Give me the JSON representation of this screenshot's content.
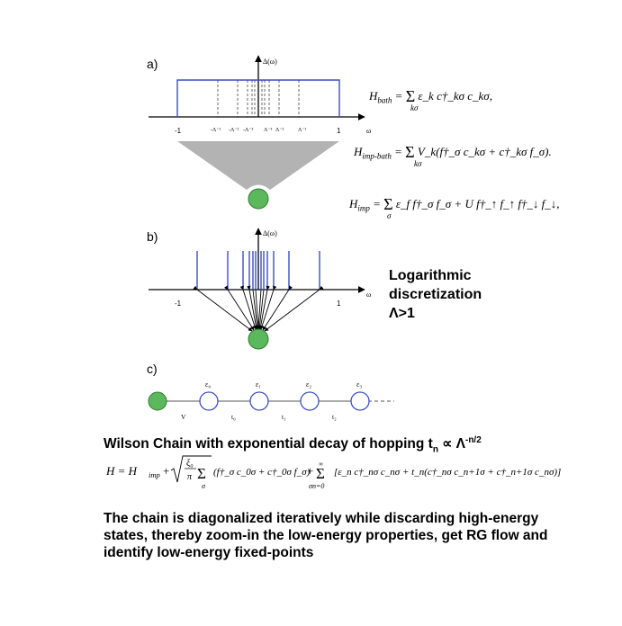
{
  "panels": {
    "a": {
      "label": "a)",
      "y_axis_label": "Δ(ω)",
      "x_axis_label": "ω",
      "tick_minus_one": "-1",
      "tick_one": "1",
      "lambda_ticks": [
        "-Λ⁻¹",
        "-Λ⁻²",
        "-Λ⁻³",
        "Λ⁻³",
        "Λ⁻²",
        "Λ⁻¹"
      ]
    },
    "b": {
      "label": "b)",
      "y_axis_label": "Δ(ω)",
      "x_axis_label": "ω",
      "tick_minus_one": "-1",
      "tick_one": "1"
    },
    "c": {
      "label": "c)",
      "hybridization_label": "V",
      "site_energies": [
        "ε₀",
        "ε₁",
        "ε₂",
        "ε₃"
      ],
      "hoppings": [
        "t₀",
        "t₁",
        "t₂"
      ]
    }
  },
  "hamiltonians": {
    "bath": {
      "lhs": "H",
      "lhs_sub": "bath",
      "sum_index": "kσ",
      "body": "ε_k c†_kσ c_kσ,"
    },
    "imp_bath": {
      "lhs": "H",
      "lhs_sub": "imp-bath",
      "sum_index": "kσ",
      "body": "V_k(f†_σ c_kσ + c†_kσ f_σ)."
    },
    "imp": {
      "lhs": "H",
      "lhs_sub": "imp",
      "sum_index": "σ",
      "body": "ε_f f†_σ f_σ + U f†_↑ f_↑ f†_↓ f_↓,"
    }
  },
  "log_label_lines": [
    "Logarithmic",
    "discretization",
    "Λ>1"
  ],
  "wilson_title": {
    "text": "Wilson Chain with exponential decay of hopping t",
    "sub": "n",
    "mid": " ∝ Λ",
    "sup": "-n/2"
  },
  "chain_hamiltonian": {
    "lhs": "H = H",
    "lhs_sub": "imp",
    "sqrt_numerator": "ξ₀",
    "sqrt_denominator": "π",
    "sum1_index": "σ",
    "term1": "(f†_σ c_0σ + c†_0σ f_σ)",
    "sum2_index": "σn=0",
    "sum2_top": "∞",
    "term2": "[ε_n c†_nσ c_nσ + t_n(c†_nσ c_n+1σ + c†_n+1σ c_nσ)]"
  },
  "summary_text": "The chain is diagonalized iteratively while discarding high-energy states, thereby zoom-in the low-energy properties, get RG flow and identify low-energy fixed-points",
  "colors": {
    "bath_line": "#3a4fc7",
    "impurity_fill": "#5cb85c",
    "impurity_stroke": "#2e7d32",
    "cone": "#b3b3b3",
    "chain_site_stroke": "#3a4fc7"
  }
}
